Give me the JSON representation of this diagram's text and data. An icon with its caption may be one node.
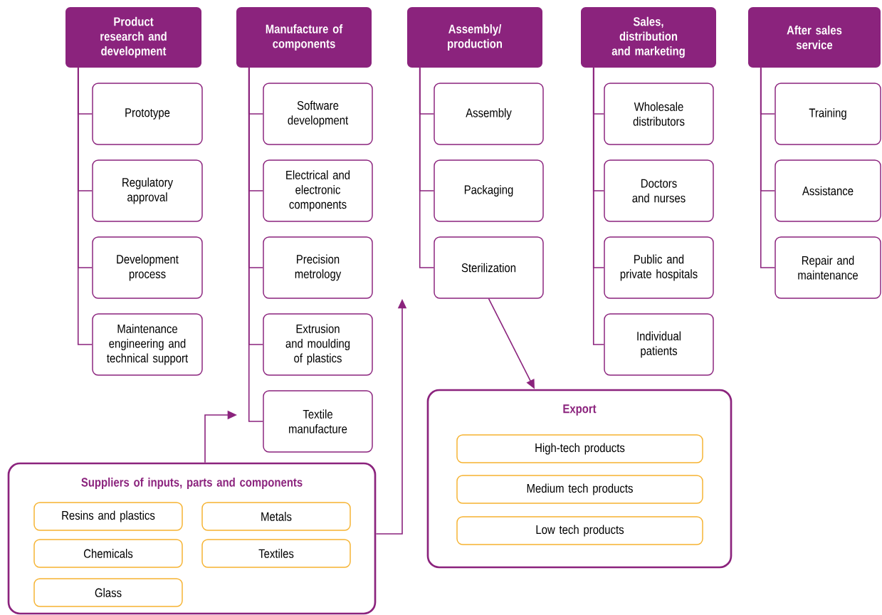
{
  "diagram": {
    "nodes": [
      {
        "text": [
          "Product research and development"
        ]
      },
      {
        "text": [
          "Prototype"
        ]
      },
      {
        "text": [
          "Regulatory approval"
        ]
      },
      {
        "text": [
          "Development process"
        ]
      },
      {
        "text": [
          "Maintenance engineering and technical support"
        ]
      },
      {
        "text": [
          "Manufacture of components"
        ]
      },
      {
        "text": [
          "Software development"
        ]
      },
      {
        "text": [
          "Electrical and electronic components"
        ]
      },
      {
        "text": [
          "Precision metrology"
        ]
      },
      {
        "text": [
          "Extrusion and moulding of plastics"
        ]
      },
      {
        "text": [
          "Textile manufacture"
        ]
      },
      {
        "text": [
          "Assembly/ production"
        ]
      },
      {
        "text": [
          "Assembly"
        ]
      },
      {
        "text": [
          "Packaging"
        ]
      },
      {
        "text": [
          "Sterilization"
        ]
      },
      {
        "text": [
          "Sales, distribution and marketing"
        ]
      },
      {
        "text": [
          "Wholesale distributors"
        ]
      },
      {
        "text": [
          "Doctors and nurses"
        ]
      },
      {
        "text": [
          "Public and private hospitals"
        ]
      },
      {
        "text": [
          "Individual patients"
        ]
      },
      {
        "text": [
          "After sales service"
        ]
      },
      {
        "text": [
          "Training"
        ]
      },
      {
        "text": [
          "Assistance"
        ]
      },
      {
        "text": [
          "Repair and maintenance"
        ]
      },
      {
        "text": [
          "Export"
        ]
      },
      {
        "text": [
          "High-tech products"
        ],
        "in": 24
      },
      {
        "text": [
          "Medium tech products"
        ],
        "in": 24
      },
      {
        "text": [
          "Low tech products"
        ],
        "in": 24
      },
      {
        "text": [
          "Suppliers of inputs, parts and components"
        ]
      },
      {
        "text": [
          "Resins and plastics"
        ],
        "in": 28
      },
      {
        "text": [
          "Metals"
        ],
        "in": 28
      },
      {
        "text": [
          "Chemicals"
        ],
        "in": 28
      },
      {
        "text": [
          "Textiles"
        ],
        "in": 28
      },
      {
        "text": [
          "Glass"
        ],
        "in": 28
      }
    ],
    "edges": [
      {
        "from": 0,
        "to": 1,
        "arrow": "none"
      },
      {
        "from": 0,
        "to": 2,
        "arrow": "none"
      },
      {
        "from": 0,
        "to": 3,
        "arrow": "none"
      },
      {
        "from": 0,
        "to": 4,
        "arrow": "none"
      },
      {
        "from": 5,
        "to": 6,
        "arrow": "none"
      },
      {
        "from": 5,
        "to": 7,
        "arrow": "none"
      },
      {
        "from": 5,
        "to": 8,
        "arrow": "none"
      },
      {
        "from": 5,
        "to": 9,
        "arrow": "none"
      },
      {
        "from": 5,
        "to": 10,
        "arrow": "none"
      },
      {
        "from": 11,
        "to": 12,
        "arrow": "none"
      },
      {
        "from": 11,
        "to": 13,
        "arrow": "none"
      },
      {
        "from": 11,
        "to": 14,
        "arrow": "none"
      },
      {
        "from": 15,
        "to": 16,
        "arrow": "none"
      },
      {
        "from": 15,
        "to": 17,
        "arrow": "none"
      },
      {
        "from": 15,
        "to": 18,
        "arrow": "none"
      },
      {
        "from": 15,
        "to": 19,
        "arrow": "none"
      },
      {
        "from": 20,
        "to": 21,
        "arrow": "none"
      },
      {
        "from": 20,
        "to": 22,
        "arrow": "none"
      },
      {
        "from": 20,
        "to": 23,
        "arrow": "none"
      },
      {
        "from": 14,
        "to": 24,
        "arrow": "to"
      },
      {
        "from": 28,
        "to": null,
        "arrow": "to"
      },
      {
        "from": 28,
        "to": null,
        "arrow": "to"
      }
    ]
  }
}
